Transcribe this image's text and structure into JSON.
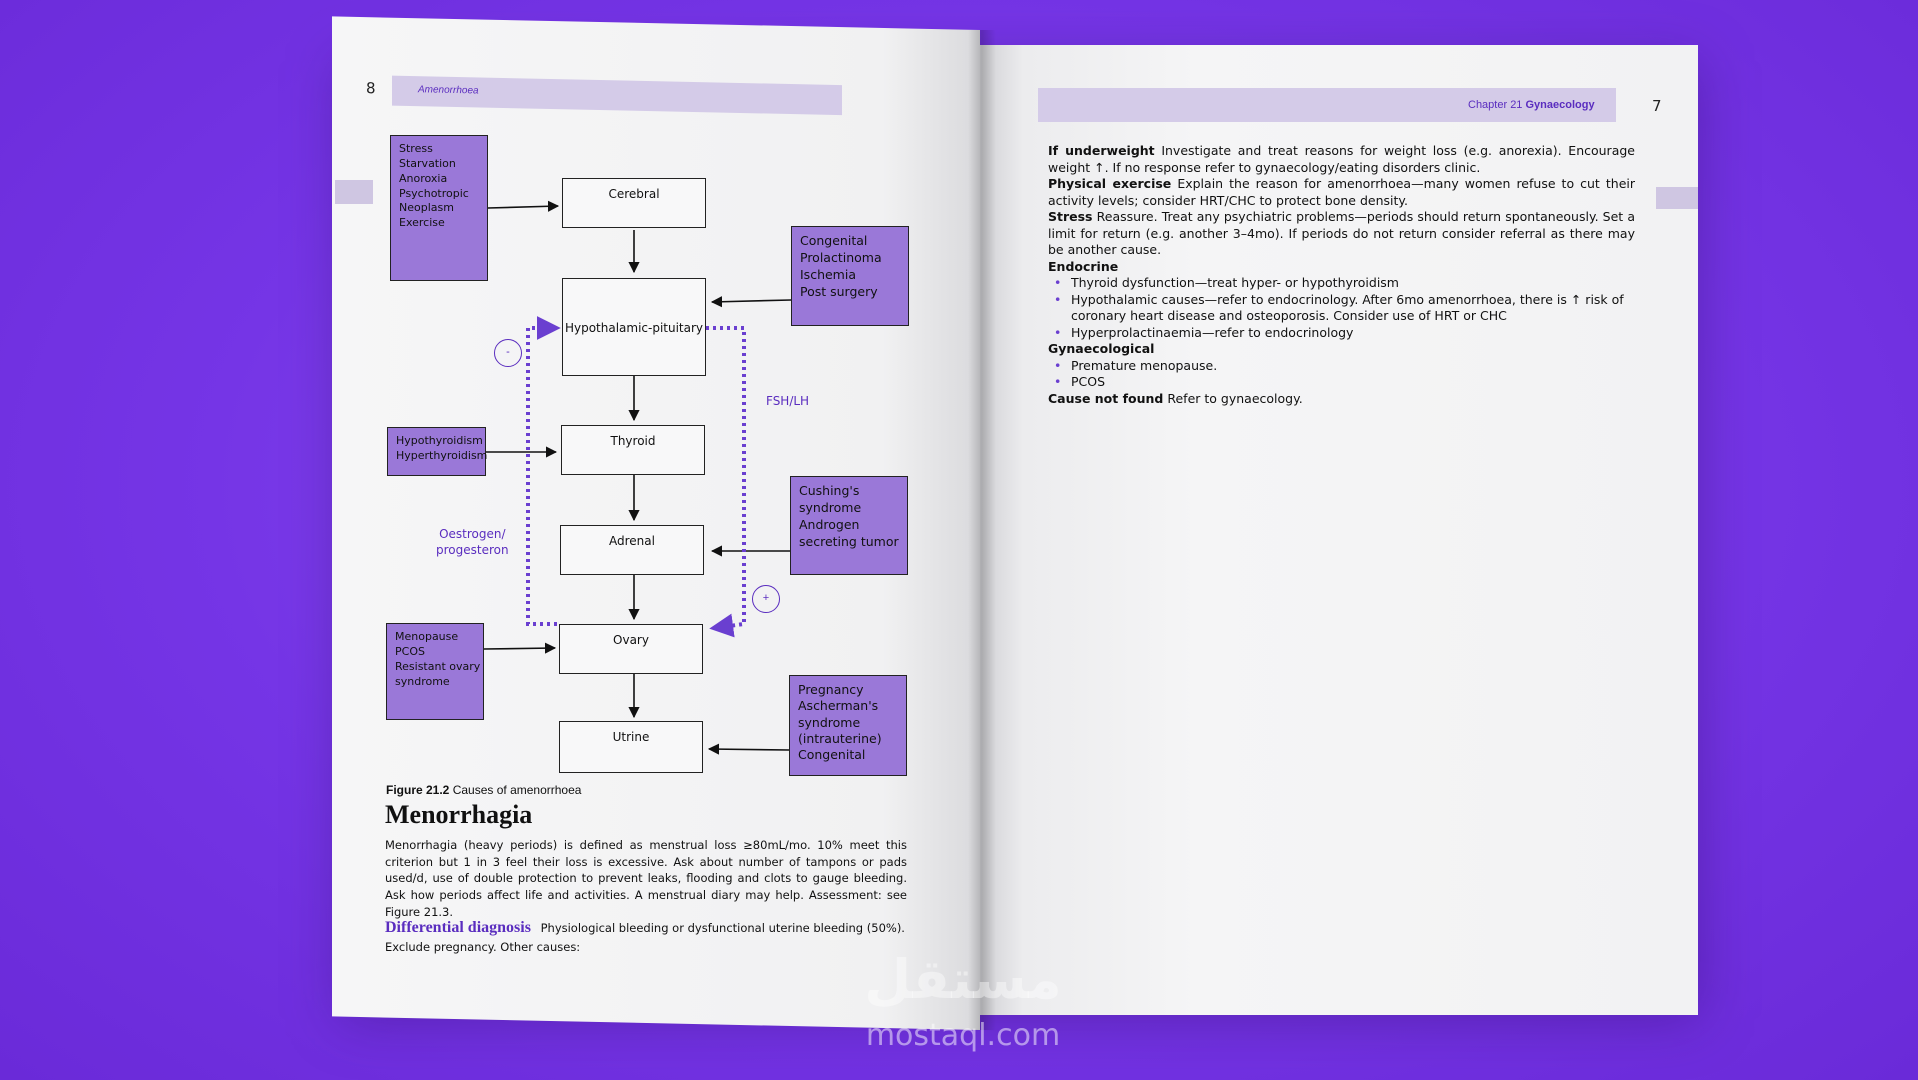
{
  "left_page": {
    "page_number": "8",
    "running_head": "Amenorrhoea",
    "diagram": {
      "nodes": {
        "cerebral": "Cerebral",
        "hypothalamic": "Hypothalamic-pituitary",
        "thyroid": "Thyroid",
        "adrenal": "Adrenal",
        "ovary": "Ovary",
        "utrine": "Utrine"
      },
      "causes": {
        "cerebral": [
          "Stress",
          "Starvation",
          "Anoroxia",
          "Psychotropic",
          "Neoplasm",
          "Exercise"
        ],
        "hypothalamic": [
          "Congenital",
          "Prolactinoma",
          "Ischemia",
          "Post surgery"
        ],
        "thyroid": [
          "Hypothyroidism",
          "Hyperthyroidism"
        ],
        "adrenal": [
          "Cushing's",
          "syndrome",
          "Androgen",
          "secreting tumor"
        ],
        "ovary": [
          "Menopause",
          "PCOS",
          "Resistant ovary",
          "syndrome"
        ],
        "utrine": [
          "Pregnancy",
          "Ascherman's",
          "syndrome",
          "(intrauterine)",
          "Congenital"
        ]
      },
      "fsh_lh_label": "FSH/LH",
      "oestrogen_label_1": "Oestrogen/",
      "oestrogen_label_2": "progesteron",
      "minus_sign": "-",
      "plus_sign": "+"
    },
    "figure_label": "Figure 21.2",
    "figure_caption": "Causes of amenorrhoea",
    "heading": "Menorrhagia",
    "paragraph": "Menorrhagia (heavy periods) is defined as menstrual loss ≥80mL/mo. 10% meet this criterion but 1 in 3 feel their loss is excessive. Ask about number of tampons or pads used/d, use of double protection to prevent leaks, flooding and clots to gauge bleeding. Ask how periods affect life and activities. A menstrual diary may help. Assessment: see Figure 21.3.",
    "dd_heading": "Differential diagnosis",
    "dd_text": "Physiological bleeding or dysfunctional uterine bleeding (50%). Exclude pregnancy. Other causes:"
  },
  "right_page": {
    "page_number": "7",
    "chapter_label": "Chapter 21",
    "chapter_title": "Gynaecology",
    "underweight_title": "If underweight",
    "underweight_text": "Investigate and treat reasons for weight loss (e.g. anorexia). Encourage weight ↑. If no response refer to gynaecology/eating disorders clinic.",
    "exercise_title": "Physical exercise",
    "exercise_text": "Explain the reason for amenorrhoea—many women refuse to cut their activity levels; consider HRT/CHC to protect bone density.",
    "stress_title": "Stress",
    "stress_text": "Reassure. Treat any psychiatric problems—periods should return spontaneously. Set a limit for return (e.g. another 3–4mo). If periods do not return consider referral as there may be another cause.",
    "endocrine_title": "Endocrine",
    "endocrine_items": [
      "Thyroid dysfunction—treat hyper- or hypothyroidism",
      "Hypothalamic causes—refer to endocrinology. After 6mo amenorrhoea, there is ↑ risk of coronary heart disease and osteoporosis. Consider use of HRT or CHC",
      "Hyperprolactinaemia—refer to endocrinology"
    ],
    "gyn_title": "Gynaecological",
    "gyn_items": [
      "Premature menopause.",
      "PCOS"
    ],
    "cnf_title": "Cause not found",
    "cnf_text": "Refer to gynaecology."
  },
  "watermark": {
    "arabic": "مستقل",
    "url": "mostaql.com"
  },
  "colors": {
    "background": "#7535e6",
    "accent_purple": "#9a78d8",
    "header_band": "#d4cbe8",
    "text_purple": "#5a2dbf"
  }
}
